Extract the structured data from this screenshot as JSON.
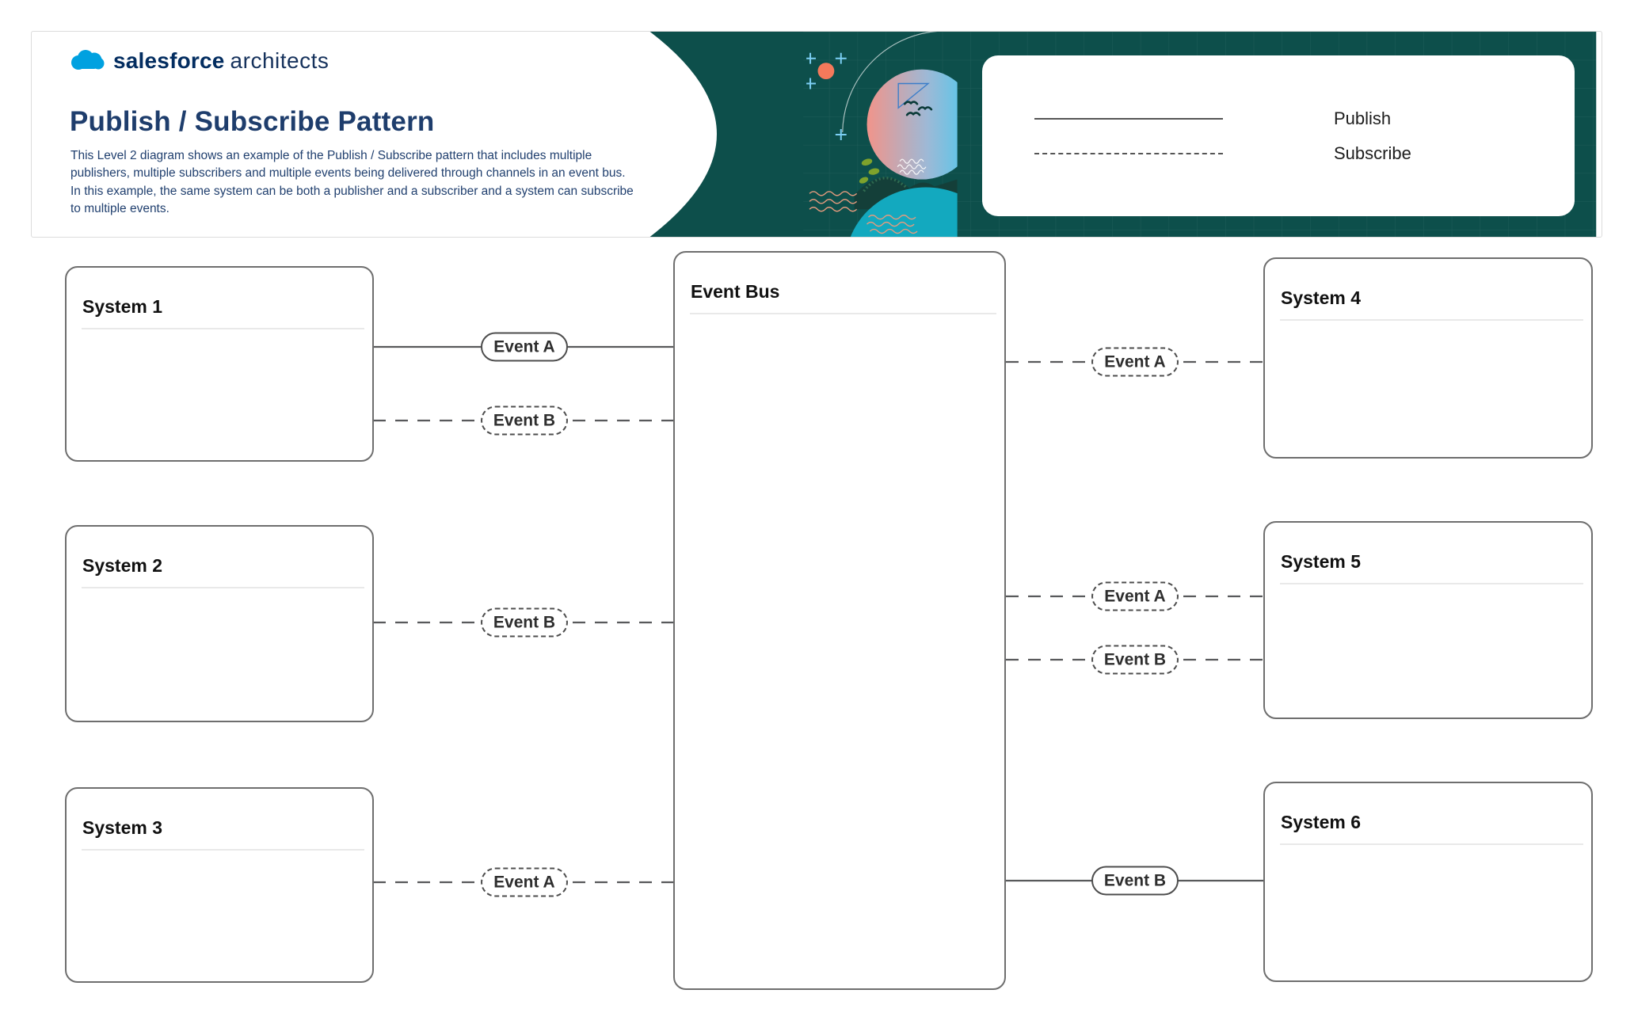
{
  "header": {
    "logo": {
      "brand": "salesforce",
      "suffix": "architects"
    },
    "title": "Publish / Subscribe Pattern",
    "description": "This Level 2 diagram shows an example of the Publish / Subscribe pattern that includes multiple publishers, multiple subscribers and multiple events being delivered through channels in an event bus.  In this example, the same system can be both a publisher and a subscriber and a system can subscribe to multiple events.",
    "legend": {
      "publish_label": "Publish",
      "subscribe_label": "Subscribe"
    }
  },
  "diagram": {
    "event_bus_title": "Event Bus",
    "systems": [
      {
        "title": "System 1"
      },
      {
        "title": "System 2"
      },
      {
        "title": "System 3"
      },
      {
        "title": "System 4"
      },
      {
        "title": "System 5"
      },
      {
        "title": "System 6"
      }
    ],
    "connections": [
      {
        "system": "System 1",
        "event": "Event A",
        "type": "publish"
      },
      {
        "system": "System 1",
        "event": "Event B",
        "type": "subscribe"
      },
      {
        "system": "System 2",
        "event": "Event B",
        "type": "subscribe"
      },
      {
        "system": "System 3",
        "event": "Event A",
        "type": "subscribe"
      },
      {
        "system": "System 4",
        "event": "Event A",
        "type": "subscribe"
      },
      {
        "system": "System 5",
        "event": "Event A",
        "type": "subscribe"
      },
      {
        "system": "System 5",
        "event": "Event B",
        "type": "subscribe"
      },
      {
        "system": "System 6",
        "event": "Event B",
        "type": "publish"
      }
    ]
  },
  "colors": {
    "banner_teal": "#0D4F4B",
    "title_navy": "#1E3D6C",
    "logo_navy": "#032D60",
    "cloud_blue": "#00A1E0",
    "box_border": "#6E6E6E",
    "connector_gray": "#58595B",
    "sun_orange": "#F4795B",
    "water_teal": "#13A9BF"
  }
}
